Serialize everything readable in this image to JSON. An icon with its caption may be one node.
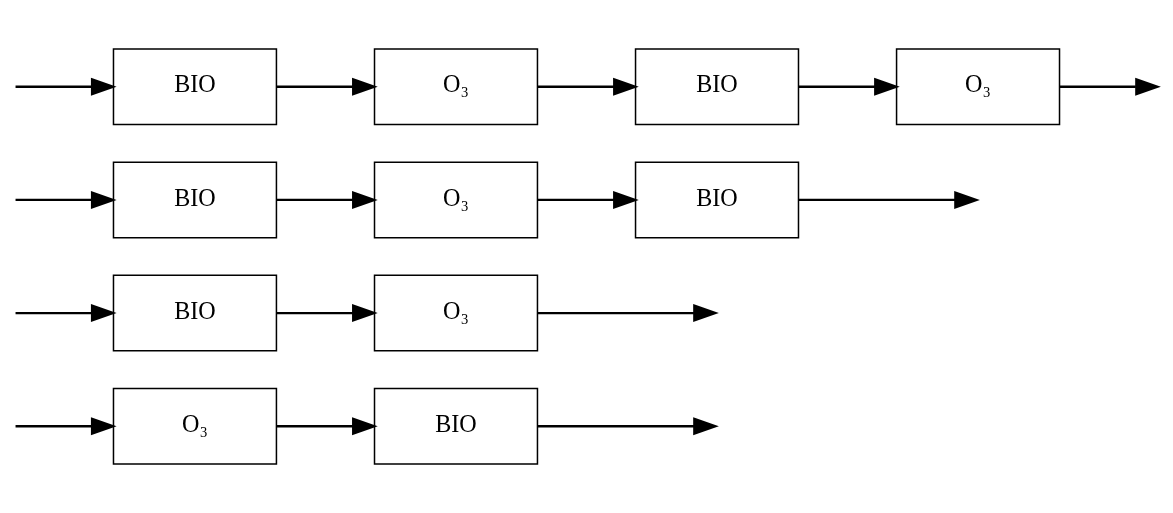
{
  "diagram": {
    "nodes": [
      {
        "text": [
          "O₃"
        ]
      },
      {
        "text": [
          "BIO"
        ]
      },
      {
        "text": [
          "BIO"
        ]
      },
      {
        "text": [
          "O₃"
        ]
      },
      {
        "text": [
          "BIO"
        ]
      },
      {
        "text": [
          "O₃"
        ]
      },
      {
        "text": [
          "BIO"
        ]
      },
      {
        "text": [
          "BIO"
        ]
      },
      {
        "text": [
          "O₃"
        ]
      },
      {
        "text": [
          "BIO"
        ]
      },
      {
        "text": [
          "O₃"
        ]
      }
    ],
    "edges": [
      {
        "from": null,
        "to": 0,
        "arrow": "to"
      },
      {
        "from": 0,
        "to": 1,
        "arrow": "to"
      },
      {
        "from": 1,
        "to": null,
        "arrow": "to"
      },
      {
        "from": null,
        "to": 2,
        "arrow": "to"
      },
      {
        "from": 2,
        "to": 3,
        "arrow": "to"
      },
      {
        "from": 3,
        "to": null,
        "arrow": "to"
      },
      {
        "from": null,
        "to": 4,
        "arrow": "to"
      },
      {
        "from": 4,
        "to": 5,
        "arrow": "to"
      },
      {
        "from": 5,
        "to": 6,
        "arrow": "to"
      },
      {
        "from": 6,
        "to": null,
        "arrow": "to"
      },
      {
        "from": null,
        "to": 7,
        "arrow": "to"
      },
      {
        "from": 7,
        "to": 8,
        "arrow": "to"
      },
      {
        "from": 8,
        "to": 9,
        "arrow": "to"
      },
      {
        "from": 9,
        "to": 10,
        "arrow": "to"
      },
      {
        "from": 10,
        "to": null,
        "arrow": "to"
      }
    ]
  }
}
